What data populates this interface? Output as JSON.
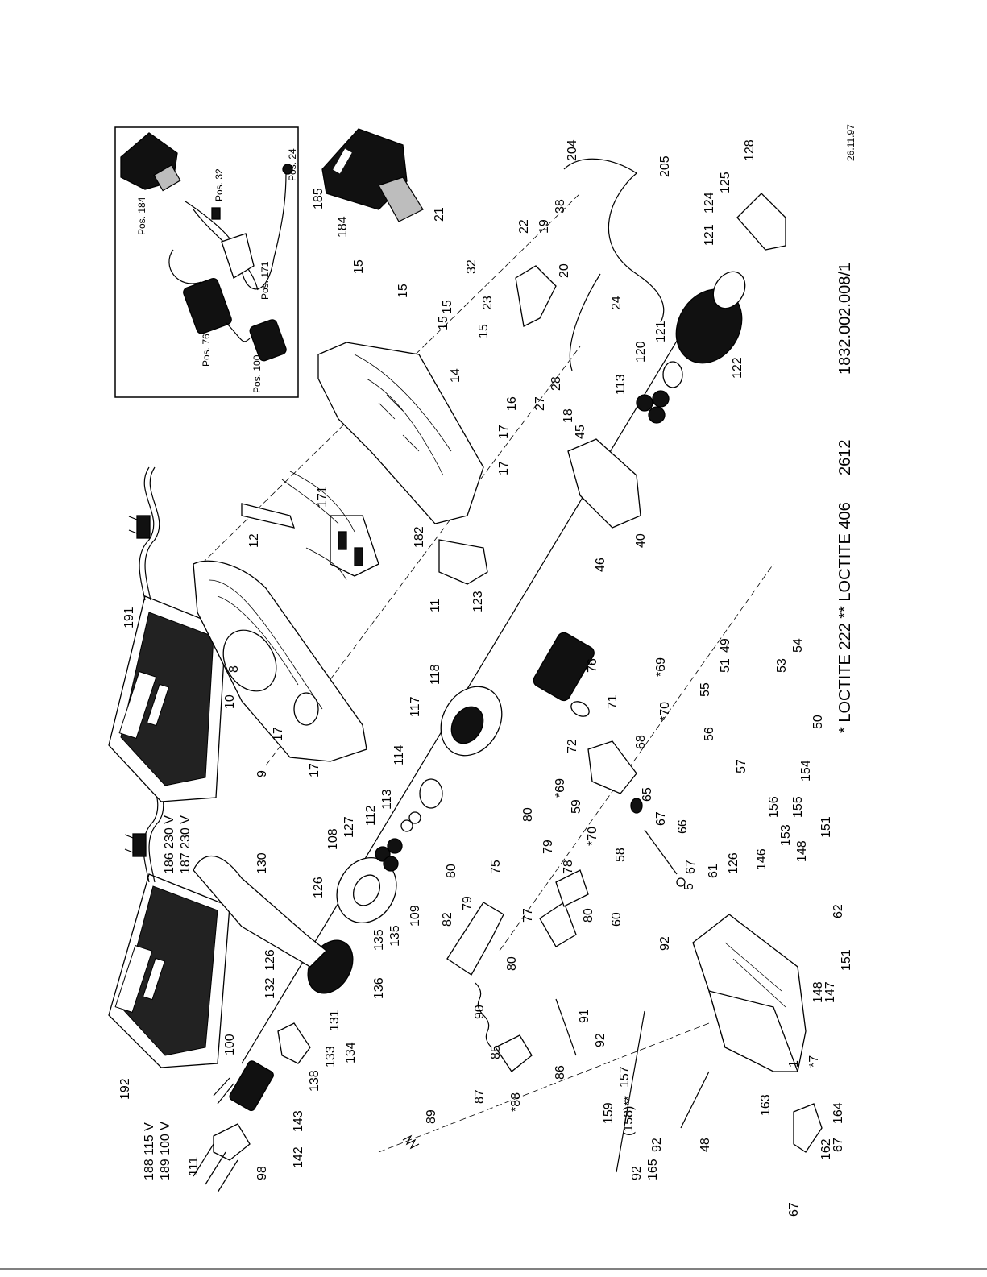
{
  "drawing": {
    "drawing_number": "1832.002.008/1",
    "model": "2612",
    "loctite_note": "* LOCTITE 222  ** LOCTITE 406",
    "date": "26.11.97"
  },
  "voltage_labels": {
    "charger_191_a": "186  230 V",
    "charger_191_b": "187  230 V",
    "charger_192_a": "188  115 V",
    "charger_192_b": "189  100 V"
  },
  "inset": {
    "pos_184": "Pos. 184",
    "pos_32": "Pos. 32",
    "pos_24": "Pos. 24",
    "pos_171": "Pos. 171",
    "pos_76": "Pos. 76",
    "pos_100": "Pos. 100"
  },
  "callouts": {
    "c1": "1",
    "c5": "5",
    "c7": "*7",
    "c8": "8",
    "c9": "9",
    "c10": "10",
    "c11": "11",
    "c12": "12",
    "c14": "14",
    "c15a": "15",
    "c15b": "15",
    "c15c": "15",
    "c15d": "15",
    "c15e": "15",
    "c16": "16",
    "c17a": "17",
    "c17b": "17",
    "c17c": "17",
    "c17d": "17",
    "c18": "18",
    "c19": "19",
    "c20": "20",
    "c21": "21",
    "c22": "22",
    "c23": "23",
    "c24": "24",
    "c27": "27",
    "c28": "28",
    "c32": "32",
    "c38": "38",
    "c40": "40",
    "c45": "45",
    "c46": "46",
    "c48": "48",
    "c49": "49",
    "c50": "50",
    "c51": "51",
    "c53": "53",
    "c54": "54",
    "c55": "55",
    "c56": "56",
    "c57": "57",
    "c58": "58",
    "c59": "59",
    "c60": "60",
    "c61": "61",
    "c62": "62",
    "c65": "65",
    "c66": "66",
    "c67a": "67",
    "c67b": "67",
    "c67c": "67",
    "c67d": "67",
    "c68": "68",
    "c69a": "*69",
    "c69b": "*69",
    "c70a": "*70",
    "c70b": "*70",
    "c71": "71",
    "c72": "72",
    "c75": "75",
    "c76": "76",
    "c77": "77",
    "c78": "78",
    "c79a": "79",
    "c79b": "79",
    "c80a": "80",
    "c80b": "80",
    "c80c": "80",
    "c80d": "80",
    "c82": "82",
    "c85": "85",
    "c86": "86",
    "c87": "87",
    "c88": "*88",
    "c89": "89",
    "c90": "90",
    "c91": "91",
    "c92a": "92",
    "c92b": "92",
    "c92c": "92",
    "c92d": "92",
    "c98": "98",
    "c100": "100",
    "c108": "108",
    "c109": "109",
    "c111": "111",
    "c112": "112",
    "c113a": "113",
    "c113b": "113",
    "c114": "114",
    "c117": "117",
    "c118": "118",
    "c120": "120",
    "c121a": "121",
    "c121b": "121",
    "c122": "122",
    "c123": "123",
    "c124": "124",
    "c125": "125",
    "c126a": "126",
    "c126b": "126",
    "c126c": "126",
    "c127": "127",
    "c128": "128",
    "c130": "130",
    "c131": "131",
    "c132": "132",
    "c133": "133",
    "c134": "134",
    "c135a": "135",
    "c135b": "135",
    "c136": "136",
    "c138": "138",
    "c142": "142",
    "c143": "143",
    "c146": "146",
    "c147": "147",
    "c148a": "148",
    "c148b": "148",
    "c151a": "151",
    "c151b": "151",
    "c153": "153",
    "c154": "154",
    "c155": "155",
    "c156": "156",
    "c157": "157",
    "c158": "(158)**",
    "c159": "159",
    "c162": "162",
    "c163": "163",
    "c164": "164",
    "c165": "165",
    "c171": "171",
    "c182": "182",
    "c184": "184",
    "c185": "185",
    "c191": "191",
    "c192": "192",
    "c204": "204",
    "c205": "205"
  }
}
